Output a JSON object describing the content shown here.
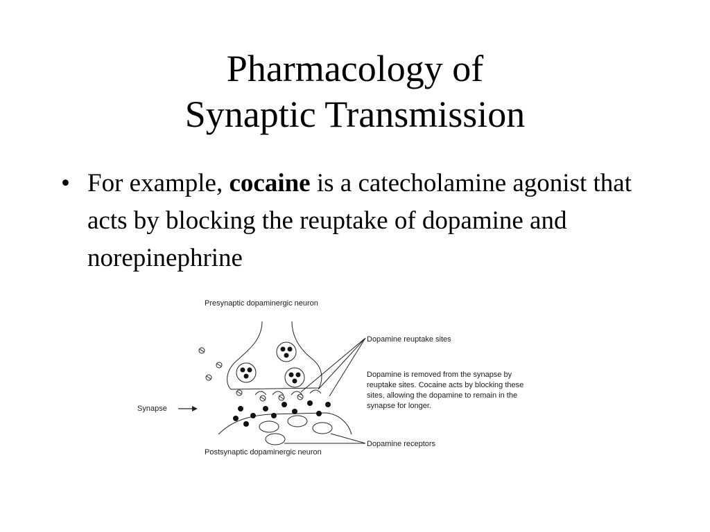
{
  "slide": {
    "title_line1": "Pharmacology of",
    "title_line2": "Synaptic Transmission",
    "bullet": {
      "symbol": "•",
      "prefix": "For example, ",
      "emphasis": "cocaine",
      "suffix": " is a catecholamine agonist that acts by blocking the reuptake of dopamine and norepinephrine"
    }
  },
  "figure": {
    "presynaptic_label": "Presynaptic dopaminergic neuron",
    "postsynaptic_label": "Postsynaptic dopaminergic neuron",
    "synapse_label": "Synapse",
    "reuptake_sites_label": "Dopamine reuptake sites",
    "receptors_label": "Dopamine receptors",
    "explanation_lines": [
      "Dopamine is removed from the synapse by",
      "reuptake sites. Cocaine acts by blocking these",
      "sites, allowing the dopamine to remain in the",
      "synapse for longer."
    ]
  }
}
